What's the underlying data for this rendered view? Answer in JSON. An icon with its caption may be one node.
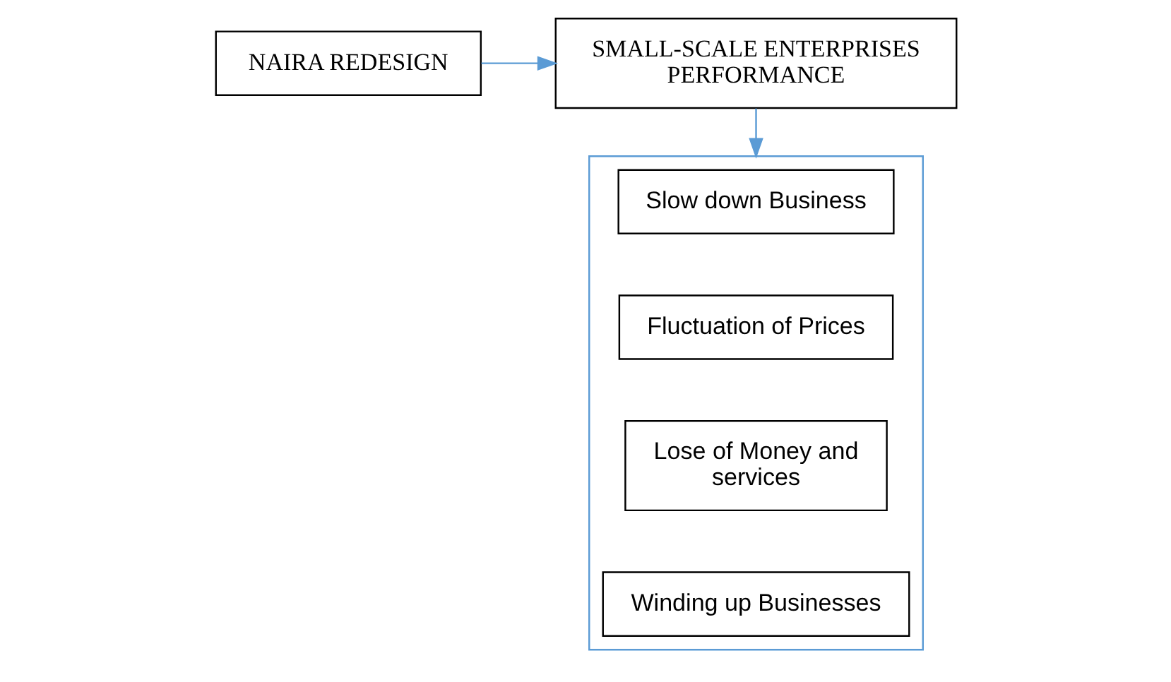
{
  "diagram": {
    "nodes": [
      {
        "text": [
          "NAIRA REDESIGN"
        ]
      },
      {
        "text": [
          "SMALL-SCALE ENTERPRISES PERFORMANCE"
        ]
      },
      {
        "text": [],
        "shape": "box"
      },
      {
        "text": [
          "Slow down Business"
        ],
        "in": 2
      },
      {
        "text": [
          "Fluctuation of Prices"
        ],
        "in": 2
      },
      {
        "text": [
          "Lose of Money and services"
        ],
        "in": 2
      },
      {
        "text": [
          "Winding up Businesses"
        ],
        "in": 2
      }
    ],
    "edges": [
      {
        "from": 0,
        "to": 1,
        "arrow": "to"
      },
      {
        "from": 1,
        "to": 2,
        "arrow": "to"
      }
    ]
  }
}
